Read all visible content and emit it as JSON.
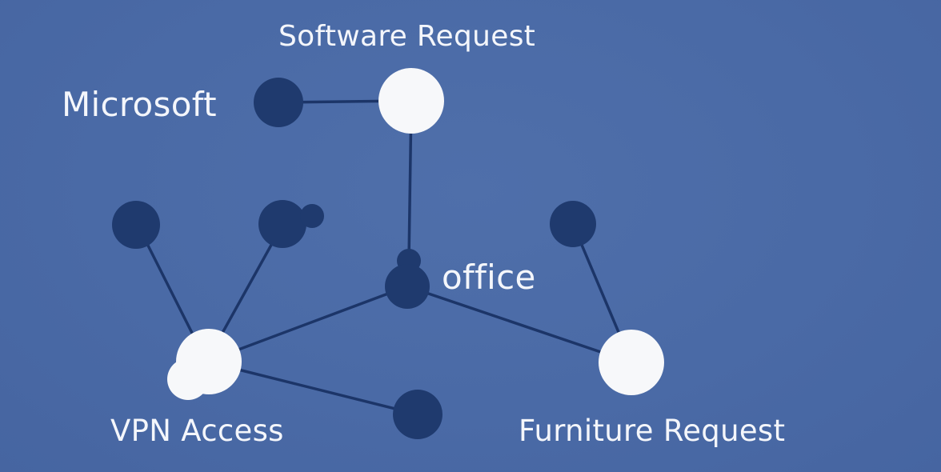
{
  "labels": {
    "software_request": "Software Request",
    "microsoft": "Microsoft",
    "office": "office",
    "vpn_access": "VPN Access",
    "furniture_request": "Furniture Request"
  },
  "colors": {
    "background": "#4a6aa6",
    "topic_node": "#f7f8fa",
    "keyword_node": "#1f3a6e",
    "edge": "#1c3568",
    "label": "#f4f6fb"
  }
}
